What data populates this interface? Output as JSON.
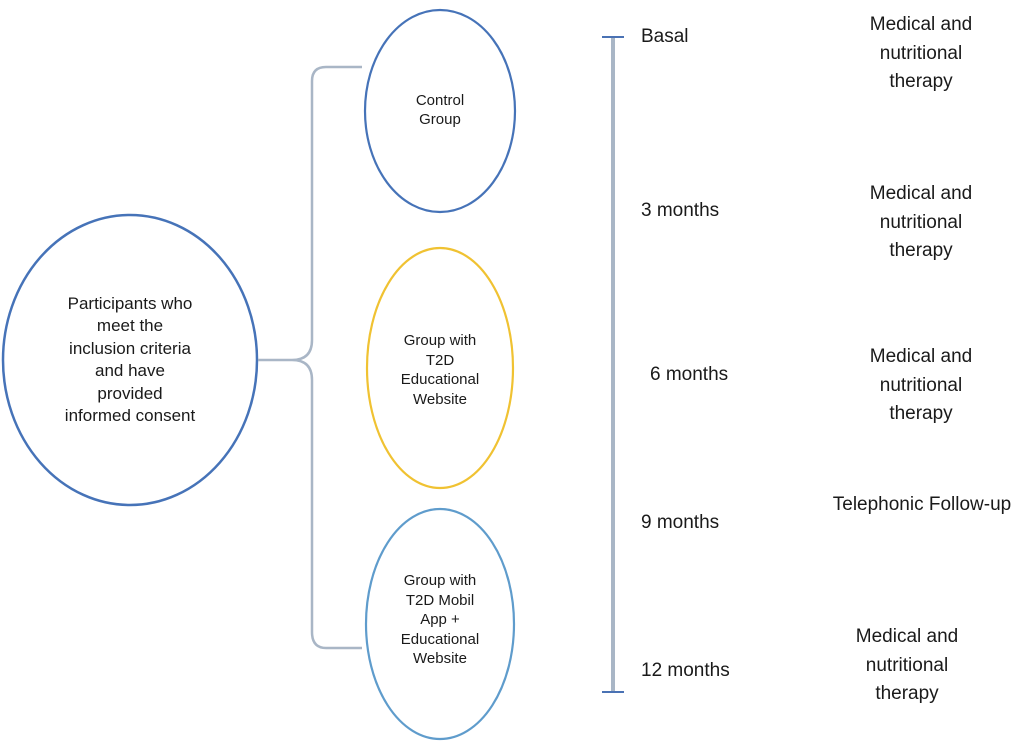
{
  "participants": {
    "label": "Participants who\nmeet the\ninclusion criteria\nand have\nprovided\ninformed consent"
  },
  "groups": [
    {
      "label": "Control\nGroup",
      "color": "#4673b8"
    },
    {
      "label": "Group with\nT2D\nEducational\nWebsite",
      "color": "#f0c232"
    },
    {
      "label": "Group with\nT2D Mobil\nApp +\nEducational\nWebsite",
      "color": "#5f9ccc"
    }
  ],
  "timeline": {
    "points": [
      "Basal",
      "3 months",
      "6 months",
      "9 months",
      "12 months"
    ],
    "color": "#4a72b4"
  },
  "interventions": [
    "Medical and\nnutritional\ntherapy",
    "Medical and\nnutritional\ntherapy",
    "Medical and\nnutritional\ntherapy",
    "Telephonic Follow-up",
    "Medical and\nnutritional\ntherapy"
  ],
  "bracket_color": "#a9b6c6"
}
